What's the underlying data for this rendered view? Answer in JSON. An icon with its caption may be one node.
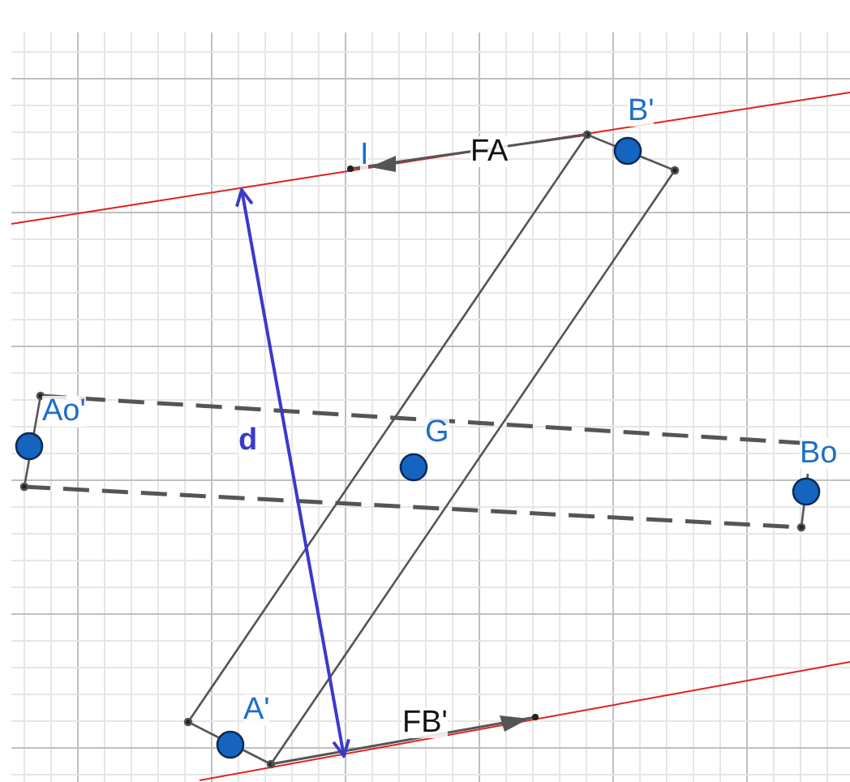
{
  "diagram": {
    "labels": [
      "B'",
      "I",
      "FA",
      "Ao'",
      "d",
      "G",
      "Bo",
      "A'",
      "FB'"
    ]
  }
}
